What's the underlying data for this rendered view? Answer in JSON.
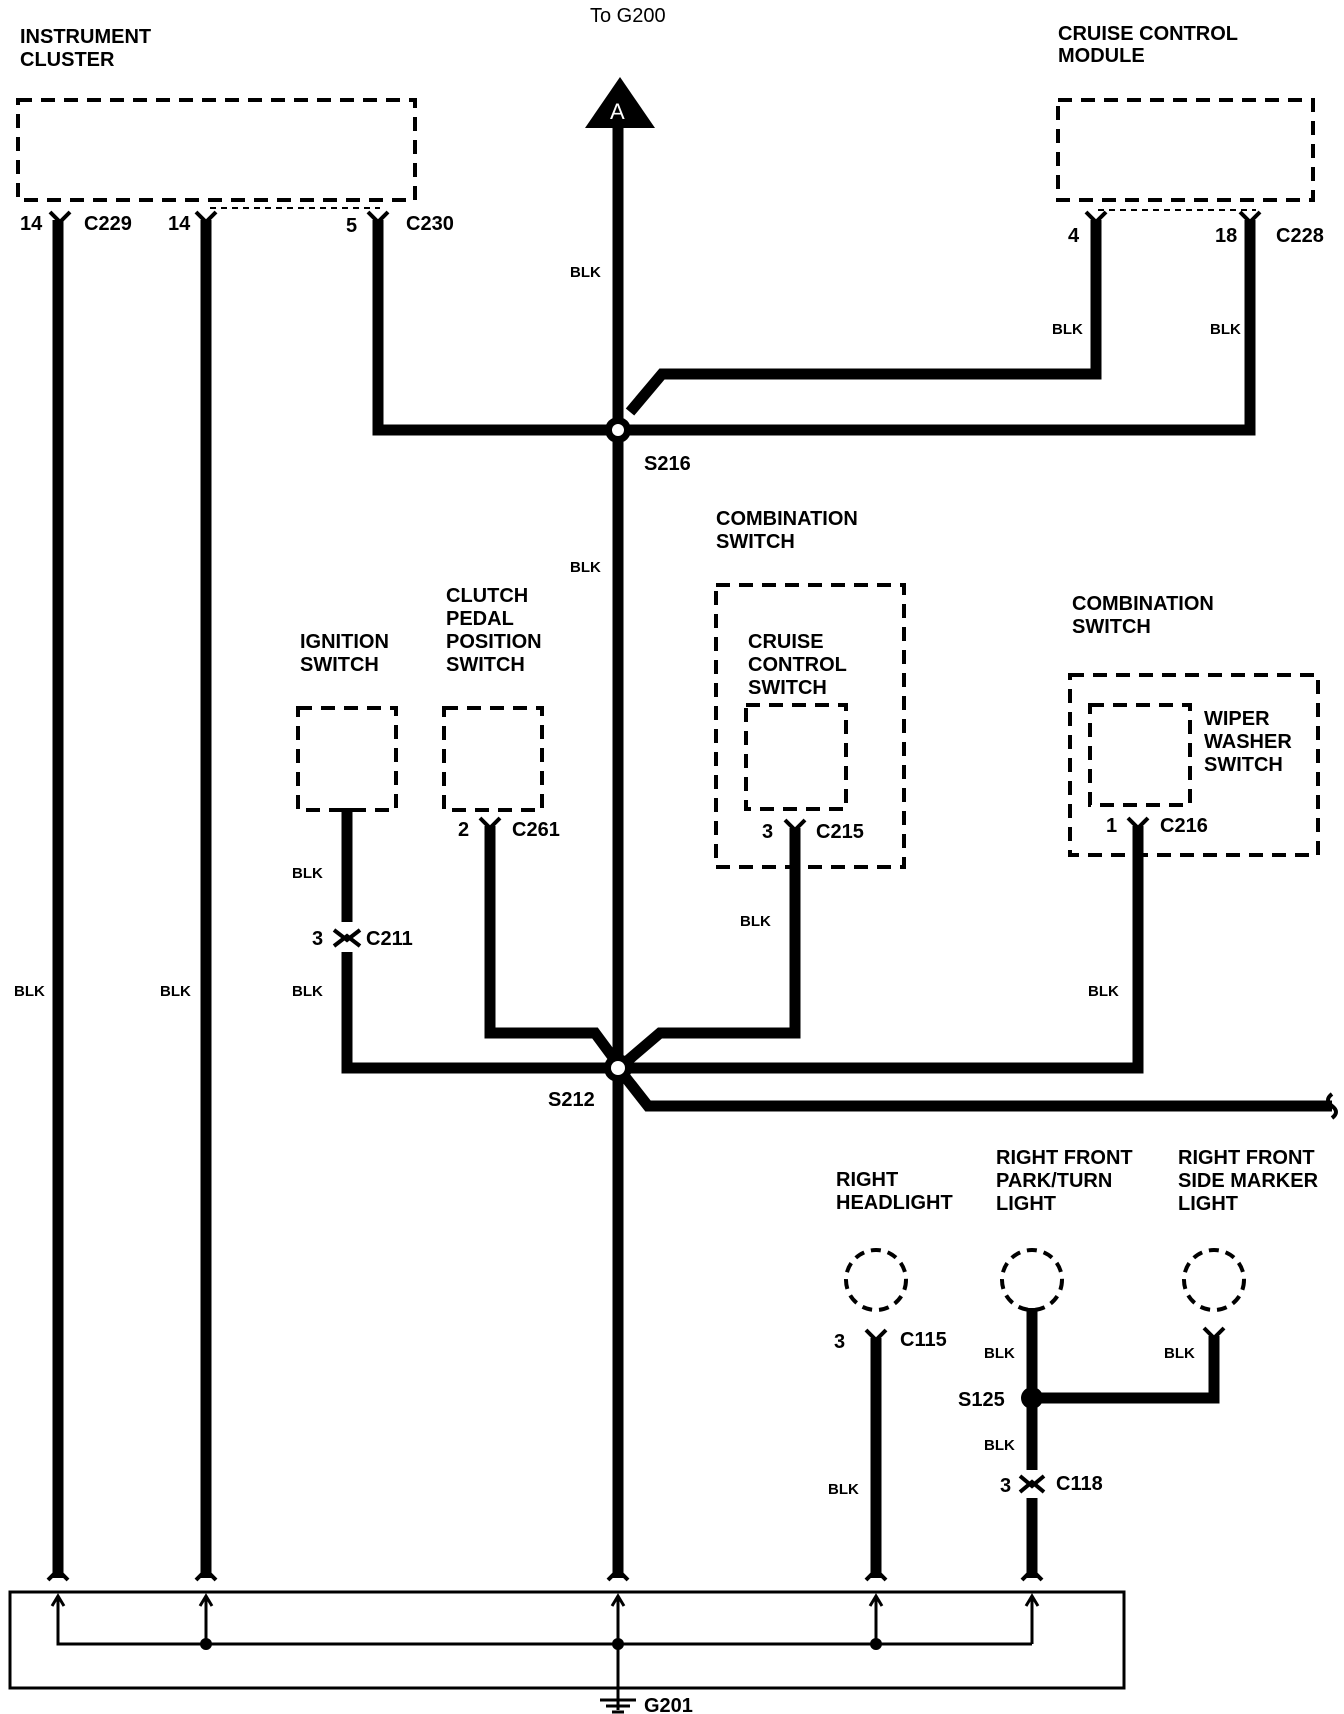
{
  "top_note": "To G200",
  "arrow_label": "A",
  "components": {
    "instrument_cluster": [
      "INSTRUMENT",
      "CLUSTER"
    ],
    "cruise_control_module": [
      "CRUISE CONTROL",
      "MODULE"
    ],
    "ignition_switch": [
      "IGNITION",
      "SWITCH"
    ],
    "clutch_pedal_position_switch": [
      "CLUTCH",
      "PEDAL",
      "POSITION",
      "SWITCH"
    ],
    "combination_switch_1": [
      "COMBINATION",
      "SWITCH"
    ],
    "cruise_control_switch": [
      "CRUISE",
      "CONTROL",
      "SWITCH"
    ],
    "combination_switch_2": [
      "COMBINATION",
      "SWITCH"
    ],
    "wiper_washer_switch": [
      "WIPER",
      "WASHER",
      "SWITCH"
    ],
    "right_headlight": [
      "RIGHT",
      "HEADLIGHT"
    ],
    "right_front_park_turn_light": [
      "RIGHT FRONT",
      "PARK/TURN",
      "LIGHT"
    ],
    "right_front_side_marker_light": [
      "RIGHT FRONT",
      "SIDE MARKER",
      "LIGHT"
    ]
  },
  "connectors": {
    "c229": {
      "pin": "14",
      "name": "C229"
    },
    "c230_a": {
      "pin": "14"
    },
    "c230_b": {
      "pin": "5",
      "name": "C230"
    },
    "c228_a": {
      "pin": "4"
    },
    "c228_b": {
      "pin": "18",
      "name": "C228"
    },
    "c261": {
      "pin": "2",
      "name": "C261"
    },
    "c215": {
      "pin": "3",
      "name": "C215"
    },
    "c216": {
      "pin": "1",
      "name": "C216"
    },
    "c211": {
      "pin": "3",
      "name": "C211"
    },
    "c115": {
      "pin": "3",
      "name": "C115"
    },
    "c118": {
      "pin": "3",
      "name": "C118"
    }
  },
  "splices": {
    "s216": "S216",
    "s212": "S212",
    "s125": "S125"
  },
  "ground": "G201",
  "wire_color": "BLK"
}
